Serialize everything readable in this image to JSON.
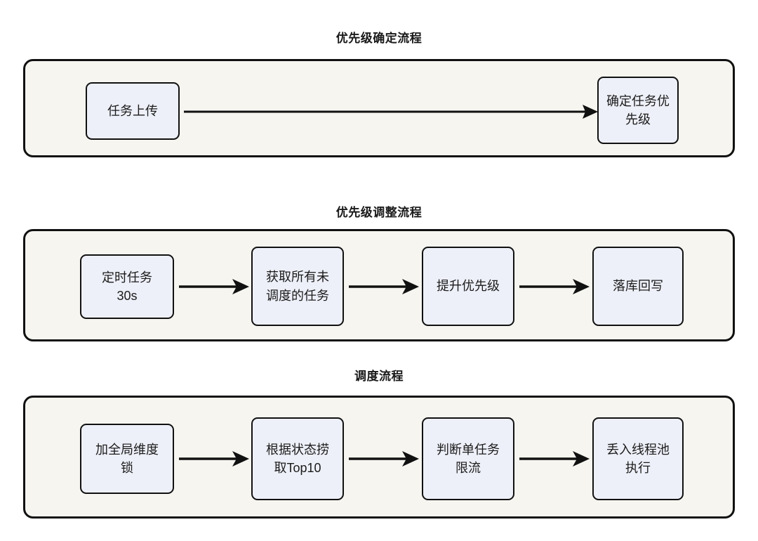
{
  "page": {
    "background_color": "#ffffff",
    "container_fill": "#f6f5f0",
    "node_fill": "#eef0f9",
    "stroke_color": "#111111"
  },
  "sections": [
    {
      "title": "优先级确定流程",
      "nodes": [
        {
          "label": "任务上传"
        },
        {
          "label": "确定任务优\n先级"
        }
      ],
      "arrows": 1
    },
    {
      "title": "优先级调整流程",
      "nodes": [
        {
          "label": "定时任务\n30s"
        },
        {
          "label": "获取所有未\n调度的任务"
        },
        {
          "label": "提升优先级"
        },
        {
          "label": "落库回写"
        }
      ],
      "arrows": 3
    },
    {
      "title": "调度流程",
      "nodes": [
        {
          "label": "加全局维度\n锁"
        },
        {
          "label": "根据状态捞\n取Top10"
        },
        {
          "label": "判断单任务\n限流"
        },
        {
          "label": "丢入线程池\n执行"
        }
      ],
      "arrows": 3
    }
  ]
}
